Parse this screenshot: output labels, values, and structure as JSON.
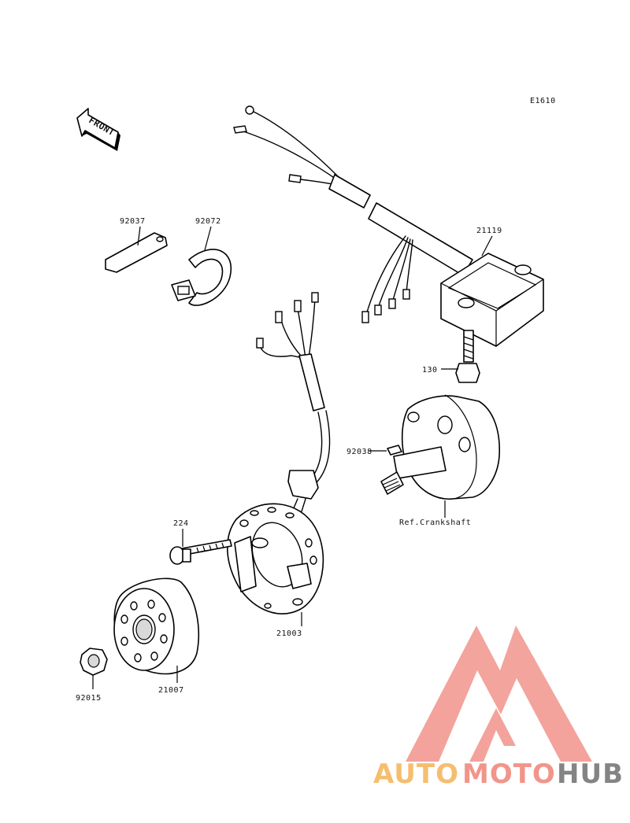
{
  "diagram_code": "E1610",
  "front_label": "FRONT",
  "parts": [
    {
      "id": "92037"
    },
    {
      "id": "92072"
    },
    {
      "id": "21119"
    },
    {
      "id": "130"
    },
    {
      "id": "92038"
    },
    {
      "id": "224"
    },
    {
      "id": "21003"
    },
    {
      "id": "21007"
    },
    {
      "id": "92015"
    }
  ],
  "reference_label": "Ref.Crankshaft",
  "watermark": {
    "part1": "AUTO",
    "part2": "MOTO",
    "part3": "HUB",
    "colors": {
      "auto": "#f4b860",
      "moto": "#f08a7e",
      "hub": "#777777",
      "triangle": "#f29a92"
    }
  }
}
